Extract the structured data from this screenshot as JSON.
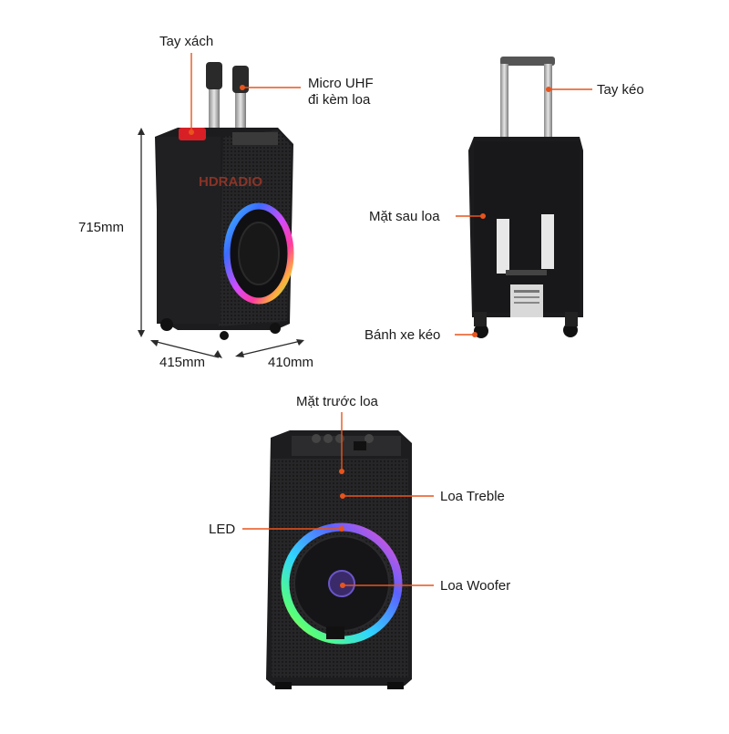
{
  "watermark": {
    "brand": "HDRADIO"
  },
  "labels": {
    "tay_xach": "Tay xách",
    "micro_line1": "Micro UHF",
    "micro_line2": "đi kèm loa",
    "height_dim": "715mm",
    "width_dim": "415mm",
    "depth_dim": "410mm",
    "tay_keo": "Tay kéo",
    "mat_sau_loa": "Mặt sau loa",
    "banh_xe_keo": "Bánh xe kéo",
    "mat_truoc_loa": "Mặt trước loa",
    "loa_treble": "Loa Treble",
    "led": "LED",
    "loa_woofer": "Loa Woofer"
  },
  "colors": {
    "callout": "#e8541c",
    "dimension": "#2b2b2b",
    "cabinet": "#1f1f21",
    "handle": "#d81f26"
  }
}
